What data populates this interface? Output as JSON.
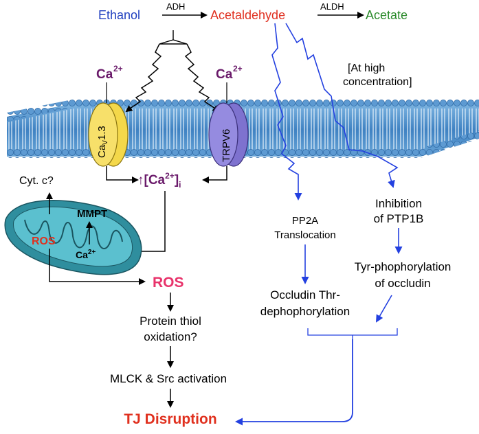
{
  "pathway": {
    "ethanol": "Ethanol",
    "adh": "ADH",
    "acetaldehyde": "Acetaldehyde",
    "aldh": "ALDH",
    "acetate": "Acetate",
    "high_conc_line1": "[At high",
    "high_conc_line2": "concentration]"
  },
  "channels": {
    "ca_left": "Ca",
    "ca_right": "Ca",
    "ca_charge": "2+",
    "cav_main": "Ca",
    "cav_sub": "V",
    "cav_suffix": "1.3",
    "trpv": "TRPV6",
    "intracellular": "↑[Ca",
    "intracellular_charge": "2+",
    "intracellular_close": "]",
    "intracellular_sub": "i"
  },
  "mito": {
    "cyt": "Cyt. c?",
    "mmpt": "MMPT",
    "ros": "ROS",
    "ca": "Ca",
    "ca_charge": "2+"
  },
  "left_cascade": {
    "ros": "ROS",
    "thiol_1": "Protein thiol",
    "thiol_2": "oxidation?",
    "mlck": "MLCK & Src activation",
    "tj": "TJ Disruption"
  },
  "right_cascade": {
    "pp2a_1": "PP2A",
    "pp2a_2": "Translocation",
    "inhib_1": "Inhibition",
    "inhib_2": "of PTP1B",
    "occ_thr_1": "Occludin Thr-",
    "occ_thr_2": "dephophorylation",
    "tyr_1": "Tyr-phophorylation",
    "tyr_2": "of occludin"
  },
  "colors": {
    "ethanol": "#1f3fbf",
    "acetaldehyde": "#e03020",
    "acetate": "#2a8a2a",
    "purple": "#6a1a6a",
    "ros": "#e8336b",
    "tj": "#e0301e",
    "blue_arrow": "#2340e0",
    "membrane": "#4a90c8",
    "cav_fill": "#f4d84a",
    "trpv_fill": "#8a7fd8",
    "mito_fill": "#3fa8b8"
  }
}
